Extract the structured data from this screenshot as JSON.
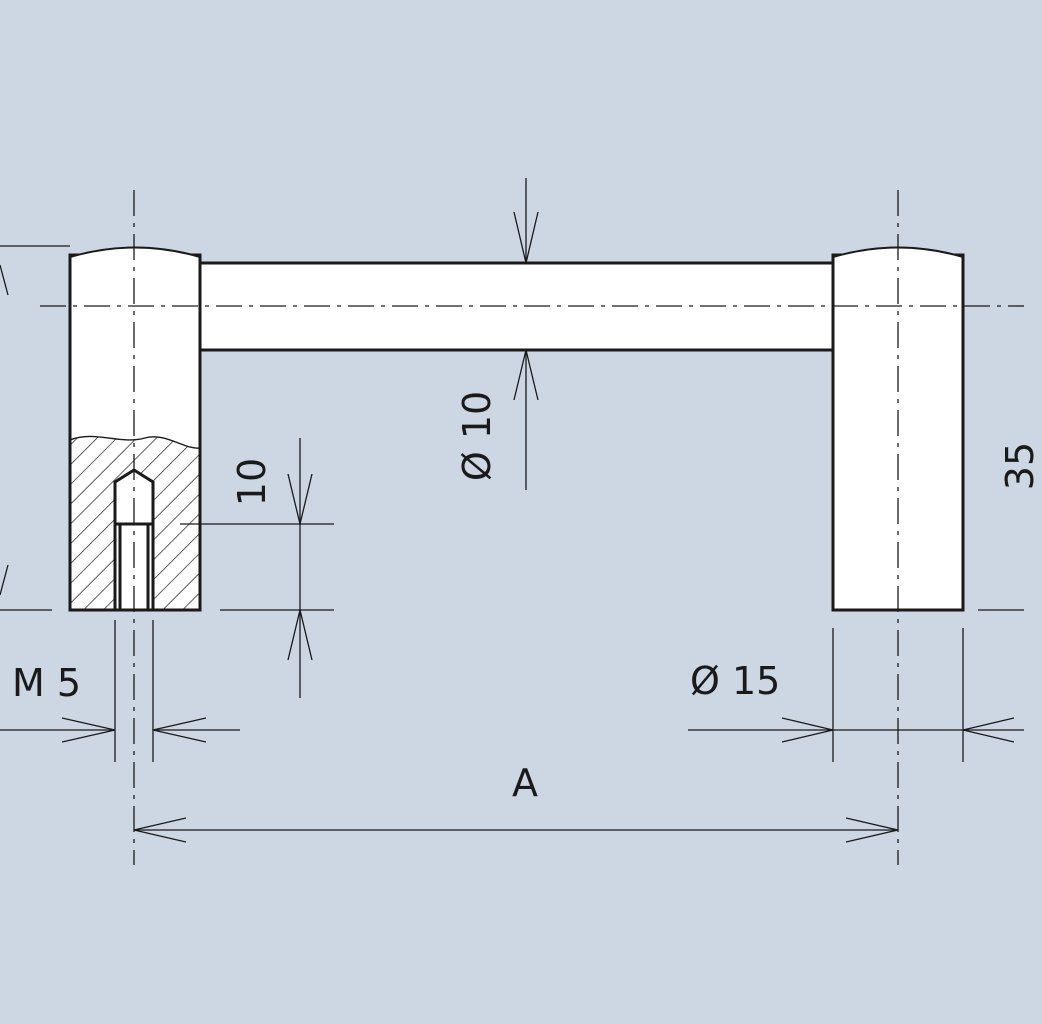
{
  "drawing": {
    "background": "#cdd7e4",
    "line_color": "#1a1a1a",
    "part_fill": "#ffffff",
    "dimensions": {
      "thread": "M 5",
      "bar_diameter": "Ø 10",
      "post_diameter": "Ø 15",
      "thread_depth": "10",
      "height": "35",
      "center_distance": "A"
    }
  }
}
